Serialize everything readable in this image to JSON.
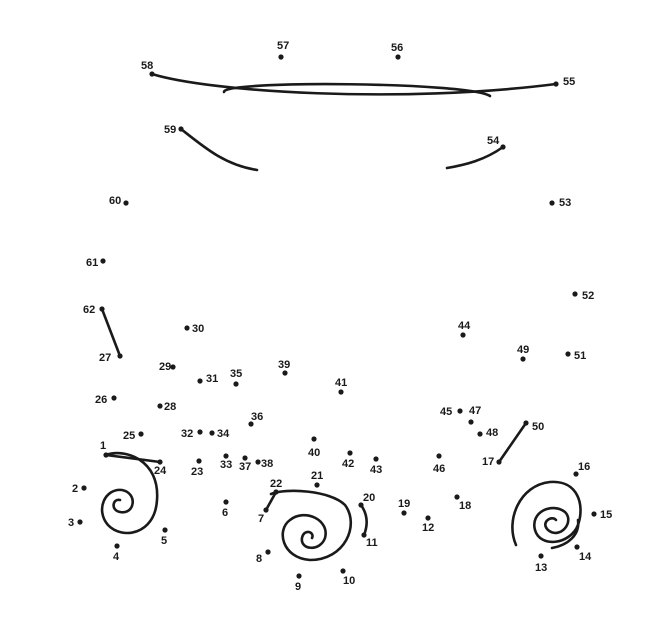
{
  "puzzle": {
    "type": "connect-the-dots",
    "dot_color": "#1a1a1a",
    "dot_labels": [
      "1",
      "2",
      "3",
      "4",
      "5",
      "6",
      "7",
      "8",
      "9",
      "10",
      "11",
      "12",
      "13",
      "14",
      "15",
      "16",
      "17",
      "18",
      "19",
      "20",
      "21",
      "22",
      "23",
      "24",
      "25",
      "26",
      "27",
      "28",
      "29",
      "30",
      "31",
      "32",
      "33",
      "34",
      "35",
      "36",
      "37",
      "38",
      "39",
      "40",
      "41",
      "42",
      "43",
      "44",
      "45",
      "46",
      "47",
      "48",
      "49",
      "50",
      "51",
      "52",
      "53",
      "54",
      "55",
      "56",
      "57",
      "58",
      "59",
      "60",
      "61",
      "62"
    ],
    "pre_drawn_strokes": [
      "hat-brim-curve",
      "hat-crown-band",
      "left-shoulder-arc",
      "right-shoulder-arc",
      "left-side-line",
      "left-flower-spiral",
      "center-flower-spiral",
      "right-flower-spiral",
      "right-stem-line"
    ]
  }
}
